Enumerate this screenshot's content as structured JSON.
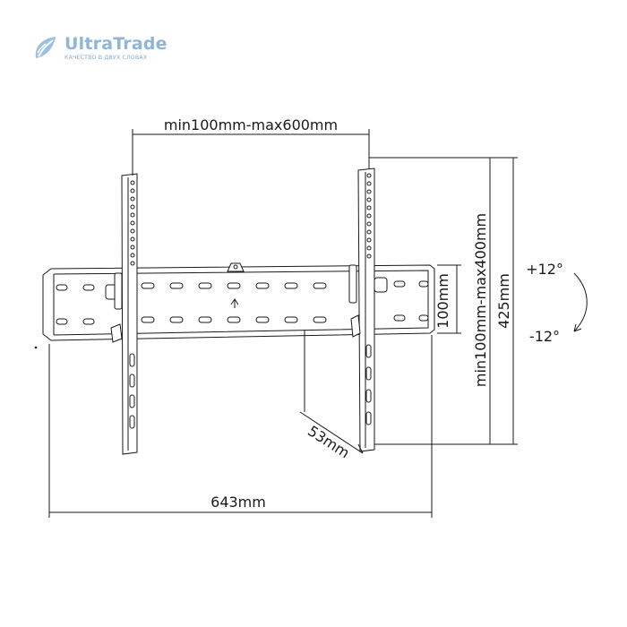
{
  "logo": {
    "name": "UltraTrade",
    "tagline": "КАЧЕСТВО В ДВУХ СЛОВАХ",
    "color": "#8fb5d9"
  },
  "dimensions": {
    "top_width": "min100mm-max600mm",
    "bottom_width": "643mm",
    "depth": "53mm",
    "rail_height": "100mm",
    "vertical_range": "min100mm-max400mm",
    "total_height": "425mm"
  },
  "tilt": {
    "up": "+12°",
    "down": "-12°"
  },
  "colors": {
    "line": "#1a1a1a",
    "bracket_fill": "#ffffff"
  }
}
